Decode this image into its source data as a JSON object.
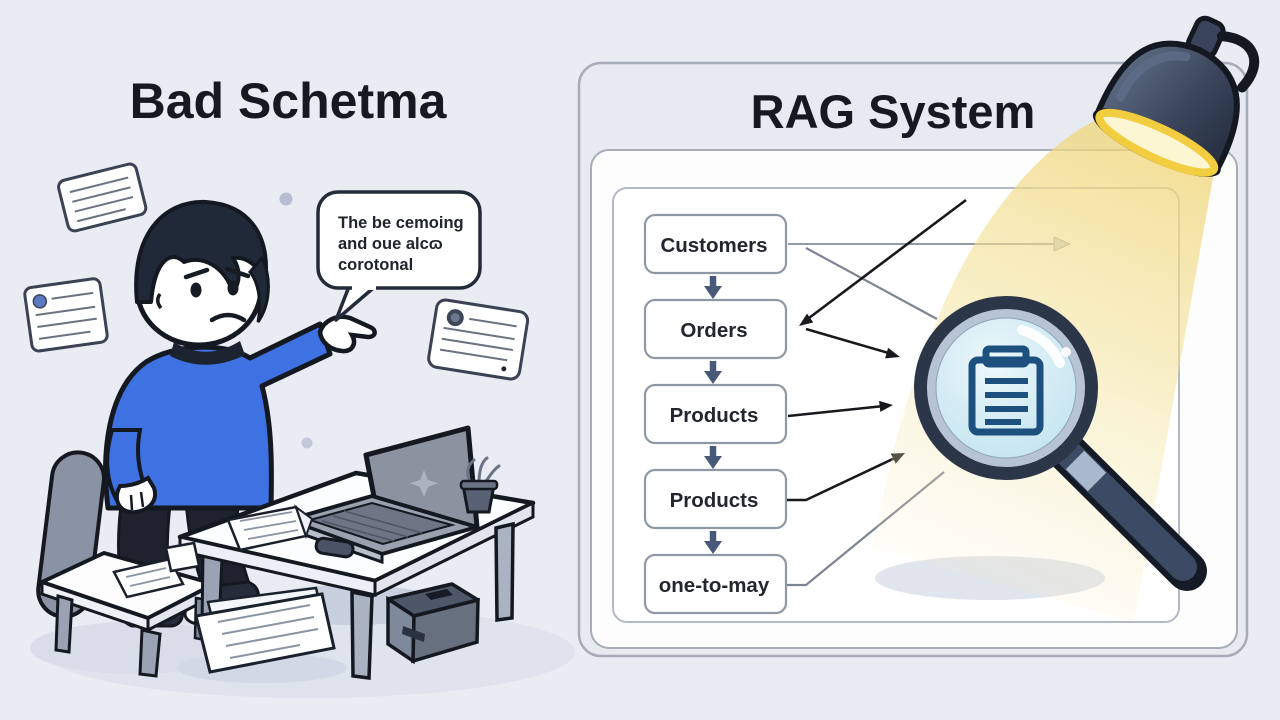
{
  "left": {
    "title": "Bad Schetma",
    "speech_bubble": {
      "lines": [
        "The be cemoing",
        "and oue alcɷ",
        "corotonal"
      ]
    }
  },
  "right": {
    "title": "RAG System",
    "boxes": [
      {
        "label": "Customers"
      },
      {
        "label": "Orders"
      },
      {
        "label": "Products"
      },
      {
        "label": "Products"
      },
      {
        "label": "one-to-may"
      }
    ]
  },
  "colors": {
    "background": "#eaecf4",
    "sweater_blue": "#3e71e1",
    "beam_yellow": "#f4e4a0",
    "lens_blue": "#cfe9f2",
    "doc_icon_blue": "#1d507f",
    "flow_arrow_slate": "#49597a",
    "arrow_black": "#17191d",
    "arrow_gray": "#7e8592",
    "lamp_dark": "#39445a"
  }
}
